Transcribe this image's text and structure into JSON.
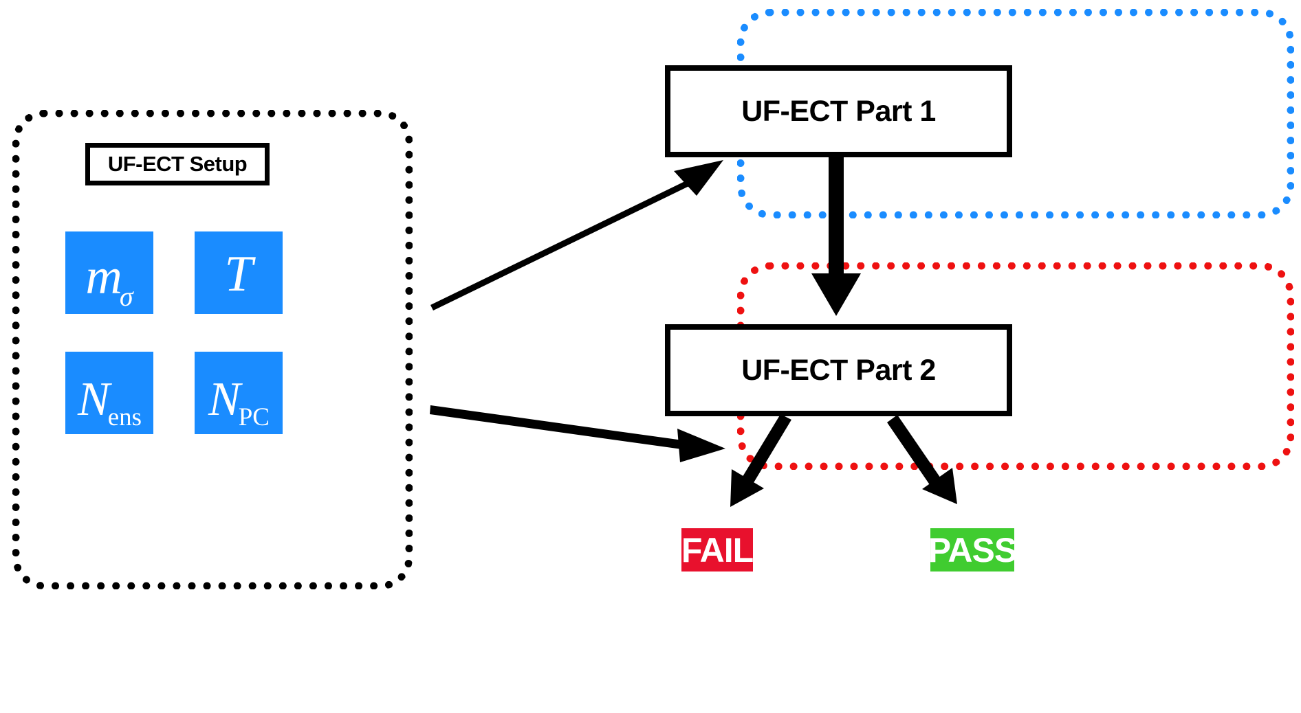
{
  "diagram": {
    "title": "UF-ECT workflow",
    "background": "#ffffff",
    "colors": {
      "setup_border": "#000000",
      "part1_border": "#1a8cff",
      "part2_border": "#ee1111",
      "tile_fill": "#1a8cff",
      "tile_text": "#ffffff",
      "fail_fill": "#e8112d",
      "pass_fill": "#40cc30",
      "arrow": "#000000",
      "box_outline": "#000000"
    }
  },
  "setup": {
    "title": "UF-ECT Setup",
    "parameters": [
      {
        "id": "m-sigma",
        "base": "m",
        "subscript": "σ",
        "subscript_style": "greek",
        "label": "m sigma"
      },
      {
        "id": "T",
        "base": "T",
        "subscript": "",
        "subscript_style": "none",
        "label": "T"
      },
      {
        "id": "N-ens",
        "base": "N",
        "subscript": "ens",
        "subscript_style": "roman",
        "label": "N ens"
      },
      {
        "id": "N-PC",
        "base": "N",
        "subscript": "PC",
        "subscript_style": "roman",
        "label": "N PC"
      }
    ]
  },
  "stages": {
    "part1": {
      "label": "UF-ECT Part 1",
      "border_color": "#1a8cff"
    },
    "part2": {
      "label": "UF-ECT Part 2",
      "border_color": "#ee1111"
    }
  },
  "outcomes": [
    {
      "id": "fail",
      "label": "FAIL",
      "color": "#e8112d"
    },
    {
      "id": "pass",
      "label": "PASS",
      "color": "#40cc30"
    }
  ],
  "connectors": [
    {
      "id": "setup-to-part1",
      "from": "UF-ECT Setup",
      "to": "UF-ECT Part 1",
      "direction": "up-right"
    },
    {
      "id": "setup-to-part2",
      "from": "UF-ECT Setup",
      "to": "UF-ECT Part 2",
      "direction": "down-right"
    },
    {
      "id": "part1-to-part2",
      "from": "UF-ECT Part 1",
      "to": "UF-ECT Part 2",
      "direction": "down"
    },
    {
      "id": "part2-to-fail",
      "from": "UF-ECT Part 2",
      "to": "FAIL",
      "direction": "down-left"
    },
    {
      "id": "part2-to-pass",
      "from": "UF-ECT Part 2",
      "to": "PASS",
      "direction": "down-right"
    }
  ]
}
